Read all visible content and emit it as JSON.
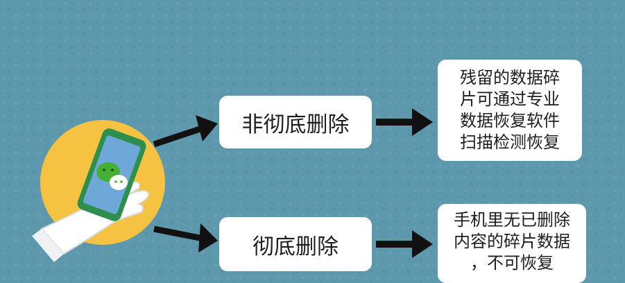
{
  "nodes": {
    "mid_top": "非彻底删除",
    "mid_bottom": "彻底删除",
    "right_top_lines": [
      "残留的数据碎",
      "片可通过专业",
      "数据恢复软件",
      "扫描检测恢复"
    ],
    "right_bottom_lines": [
      "手机里无已删除",
      "内容的碎片数据",
      "，不可恢复"
    ]
  },
  "icons": {
    "phone": "phone-in-hand-icon",
    "chat": "wechat-chat-bubbles-icon",
    "arrow": "right-arrow-icon"
  },
  "colors": {
    "background": "#5e98ad",
    "circle": "#f6c242",
    "phone_body": "#2d8f4b",
    "phone_screen": "#6ea8d8",
    "chat_green": "#46b035",
    "arrow": "#111111"
  }
}
